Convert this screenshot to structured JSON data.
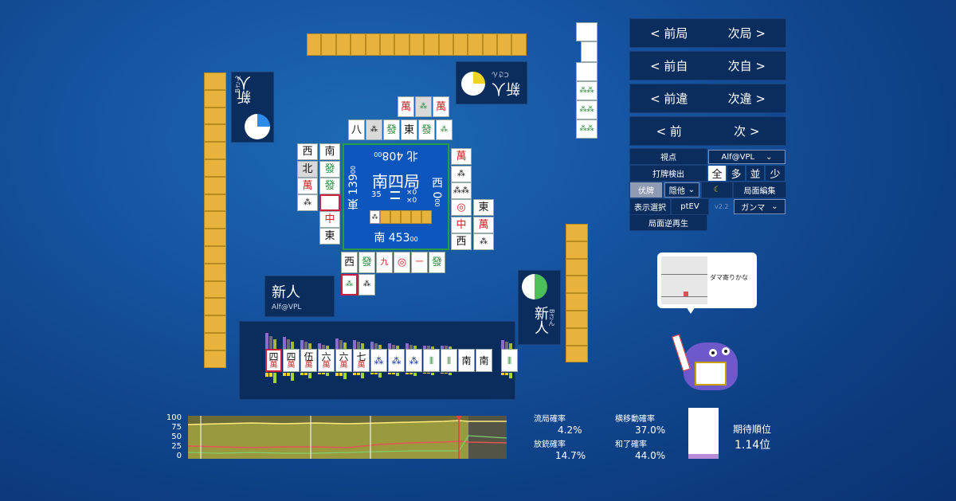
{
  "walls": {
    "top_count": 15,
    "left_count": 17,
    "right_count": 8
  },
  "seats": {
    "north": {
      "name": "新人",
      "sub": "Cさん",
      "pie_fraction": 0.25
    },
    "west": {
      "name": "新人",
      "sub": "Bさん",
      "pie_fraction": 0.25
    },
    "east": {
      "name": "新人",
      "sub": "Bさん",
      "pie_fraction": 0.5
    },
    "south": {
      "name": "新人",
      "sub": "Alf@VPL"
    }
  },
  "board": {
    "round": "南四局",
    "honba": "35",
    "counts": "×0\n×0",
    "north_score": "北 408",
    "north_score_sub": "00",
    "east_score": "東 139",
    "east_score_sub": "00",
    "west_score": "西 0",
    "west_score_sub": "00",
    "south_score": "南 453",
    "south_score_sub": "00"
  },
  "nav": {
    "prev_round": "< 前局",
    "next_round": "次局 >",
    "prev_self": "< 前自",
    "next_self": "次自 >",
    "prev_diff": "< 前違",
    "next_diff": "次違 >",
    "prev": "< 前",
    "next": "次 >"
  },
  "controls": {
    "viewpoint_label": "視点",
    "viewpoint_value": "Alf@VPL",
    "discard_detect_label": "打牌検出",
    "seg_all": "全",
    "seg_many": "多",
    "seg_order": "並",
    "seg_few": "少",
    "fusei_label": "伏牌",
    "fusei_value": "隠他",
    "moon_icon": "☾",
    "edit_label": "局面編集",
    "display_select": "表示選択",
    "ptev": "ptEV",
    "version": "v2.2",
    "gamma_value": "ガンマ",
    "reverse_replay": "局面逆再生"
  },
  "bubble": {
    "text": "ダマ寄りかな"
  },
  "hand": {
    "tiles": [
      {
        "top": "四",
        "bot": "萬",
        "kind": "man"
      },
      {
        "top": "四",
        "bot": "萬",
        "kind": "man"
      },
      {
        "top": "伍",
        "bot": "萬",
        "kind": "man"
      },
      {
        "top": "六",
        "bot": "萬",
        "kind": "man"
      },
      {
        "top": "六",
        "bot": "萬",
        "kind": "man"
      },
      {
        "top": "七",
        "bot": "萬",
        "kind": "man"
      },
      {
        "top": "⁂",
        "bot": "",
        "kind": "pin"
      },
      {
        "top": "⁂",
        "bot": "",
        "kind": "pin"
      },
      {
        "top": "⁂",
        "bot": "",
        "kind": "pin"
      },
      {
        "top": "⦀",
        "bot": "",
        "kind": "sou"
      },
      {
        "top": "⦀",
        "bot": "",
        "kind": "sou"
      },
      {
        "top": "南",
        "bot": "",
        "kind": "honor"
      },
      {
        "top": "南",
        "bot": "",
        "kind": "honor"
      }
    ],
    "draw": {
      "top": "⦀",
      "bot": "",
      "kind": "sou"
    }
  },
  "chart": {
    "y_ticks": [
      "100",
      "75",
      "50",
      "25",
      "0"
    ]
  },
  "stats": {
    "ryukyoku_label": "流局確率",
    "ryukyoku_value": "4.2%",
    "yoko_label": "横移動確率",
    "yoko_value": "37.0%",
    "houju_label": "放銃確率",
    "houju_value": "14.7%",
    "hora_label": "和了確率",
    "hora_value": "44.0%",
    "expected_label": "期待順位",
    "expected_value": "1.14位",
    "expected_bar_fill": 0.1
  },
  "colors": {
    "accent_green": "#2a9a48",
    "wall_tile": "#e8b33c",
    "panel": "#0b2d5e",
    "pie": "#2b8be6"
  }
}
